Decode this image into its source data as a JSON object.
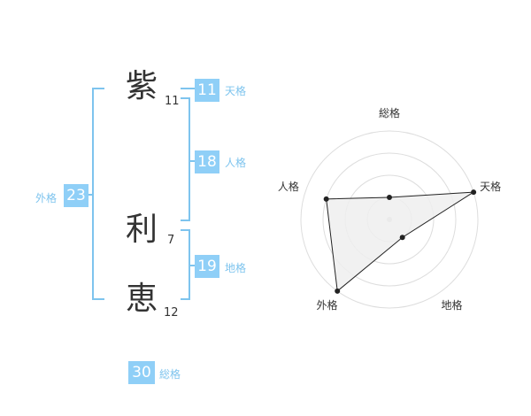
{
  "name": {
    "chars": [
      {
        "char": "紫",
        "strokes": "11"
      },
      {
        "char": "利",
        "strokes": "7"
      },
      {
        "char": "恵",
        "strokes": "12"
      }
    ]
  },
  "kaku": {
    "tenkaku": {
      "value": "11",
      "label": "天格"
    },
    "jinkaku": {
      "value": "18",
      "label": "人格"
    },
    "chikaku": {
      "value": "19",
      "label": "地格"
    },
    "gaikaku": {
      "value": "23",
      "label": "外格"
    },
    "soukaku": {
      "value": "30",
      "label": "総格"
    }
  },
  "colors": {
    "accent": "#8fcff7",
    "line": "#7ec4ee",
    "text": "#333333",
    "radar_fill": "#eeeeee",
    "radar_grid": "#dddddd"
  },
  "chart_data": {
    "type": "radar",
    "axes": [
      "総格",
      "天格",
      "地格",
      "外格",
      "人格"
    ],
    "values": [
      1,
      4,
      1,
      4,
      3
    ],
    "range": [
      0,
      4
    ],
    "rings": 4
  }
}
